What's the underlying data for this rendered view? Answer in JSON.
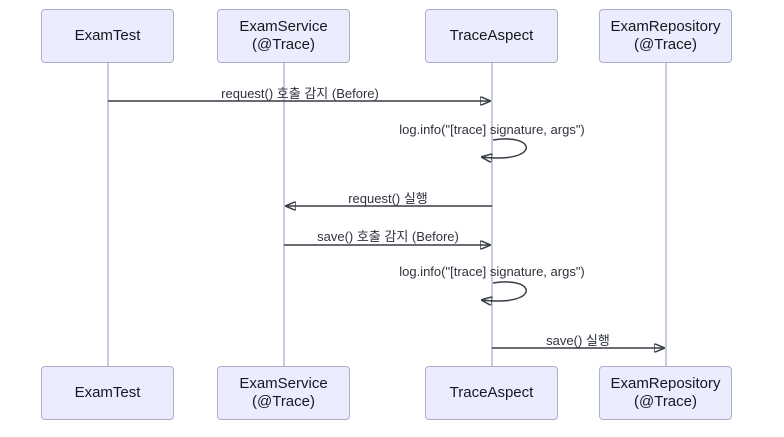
{
  "diagram": {
    "type": "sequence-diagram",
    "actors": [
      {
        "name": "ExamTest",
        "annotation": ""
      },
      {
        "name": "ExamService",
        "annotation": "(@Trace)"
      },
      {
        "name": "TraceAspect",
        "annotation": ""
      },
      {
        "name": "ExamRepository",
        "annotation": "(@Trace)"
      }
    ],
    "messages": [
      {
        "from": "ExamTest",
        "to": "TraceAspect",
        "type": "solid",
        "label": "request() 호출 감지 (Before)"
      },
      {
        "from": "TraceAspect",
        "to": "TraceAspect",
        "type": "self",
        "label": "log.info(\"[trace] signature, args\")"
      },
      {
        "from": "TraceAspect",
        "to": "ExamService",
        "type": "solid",
        "label": "request() 실행"
      },
      {
        "from": "ExamService",
        "to": "TraceAspect",
        "type": "solid",
        "label": "save() 호출 감지 (Before)"
      },
      {
        "from": "TraceAspect",
        "to": "TraceAspect",
        "type": "self",
        "label": "log.info(\"[trace] signature, args\")"
      },
      {
        "from": "TraceAspect",
        "to": "ExamRepository",
        "type": "solid",
        "label": "save() 실행"
      }
    ],
    "colors": {
      "background": "#ffffff",
      "actor_fill": "#ececff",
      "actor_border": "#aeaec9",
      "lifeline": "#c9cbdf",
      "arrow": "#383c46",
      "text": "#2f333d"
    }
  }
}
